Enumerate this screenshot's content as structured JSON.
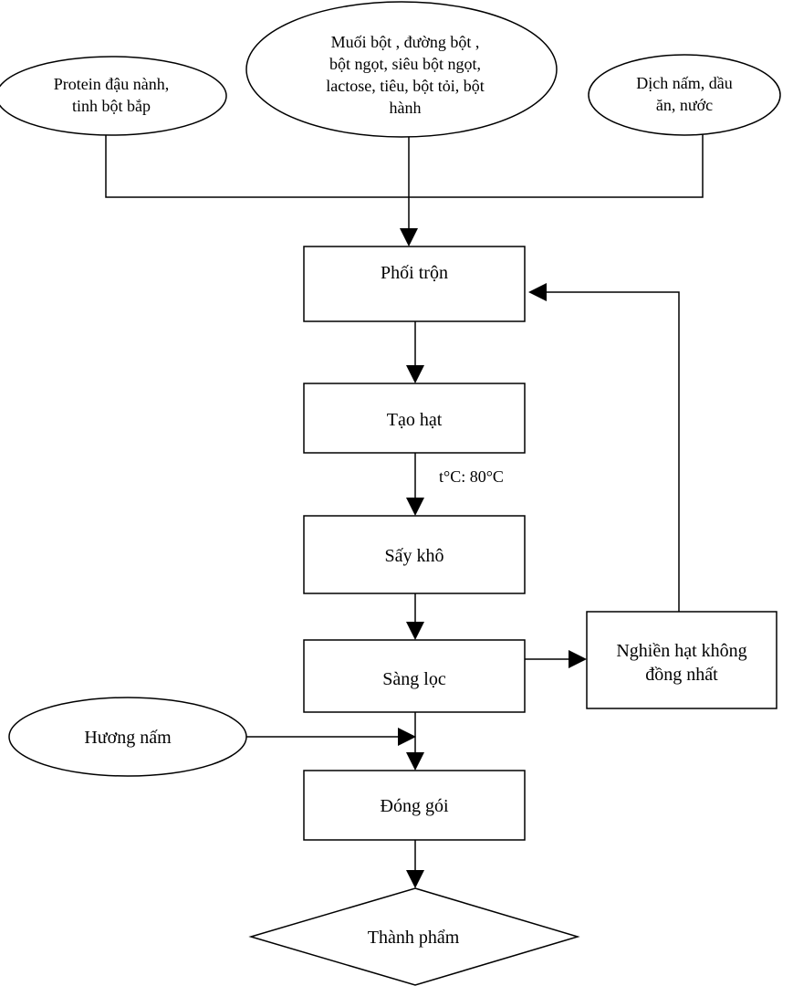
{
  "inputs": {
    "protein": [
      "Protein đậu nành,",
      "tinh bột bắp"
    ],
    "spices": [
      "Muối bột , đường bột ,",
      "bột ngọt, siêu bột ngọt,",
      "lactose, tiêu, bột tỏi, bột",
      "hành"
    ],
    "mushroom_extract": [
      "Dịch nấm, dầu",
      "ăn, nước"
    ]
  },
  "steps": {
    "mixing": "Phối trộn",
    "granulating": "Tạo hạt",
    "drying_condition": "t°C: 80°C",
    "drying": "Sấy khô",
    "sieving": "Sàng lọc",
    "regrinding": [
      "Nghiền hạt không",
      "đồng nhất"
    ],
    "flavor": "Hương nấm",
    "packaging": "Đóng gói",
    "product": "Thành phẩm"
  }
}
